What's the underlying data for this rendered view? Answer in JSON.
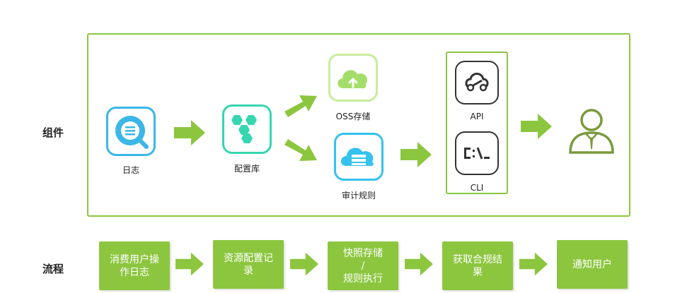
{
  "rows": {
    "components": "组件",
    "flow": "流程"
  },
  "components": {
    "log": "日志",
    "config": "配置库",
    "oss": "OSS存储",
    "audit": "审计规则",
    "api": "API",
    "cli": "CLI"
  },
  "steps": [
    {
      "lines": [
        "消费用户操",
        "作日志"
      ]
    },
    {
      "lines": [
        "资源配置记",
        "录"
      ]
    },
    {
      "lines": [
        "快照存储",
        "/",
        "规则执行"
      ]
    },
    {
      "lines": [
        "获取合规结",
        "果"
      ]
    },
    {
      "lines": [
        "通知用户"
      ]
    }
  ],
  "colors": {
    "green": "#8cc63f",
    "log_blue": "#3ab6e8",
    "config_teal": "#35d6b0",
    "oss_lightgreen": "#a5dd6a",
    "audit_cyan": "#35c2ee",
    "dark": "#333333",
    "user_olive": "#7a9a3c"
  },
  "icons": {
    "log": "magnifier-log-icon",
    "config": "hexagon-cluster-icon",
    "oss": "cloud-upload-icon",
    "audit": "cloud-server-icon",
    "api": "api-link-icon",
    "cli": "terminal-icon",
    "user": "user-icon"
  }
}
